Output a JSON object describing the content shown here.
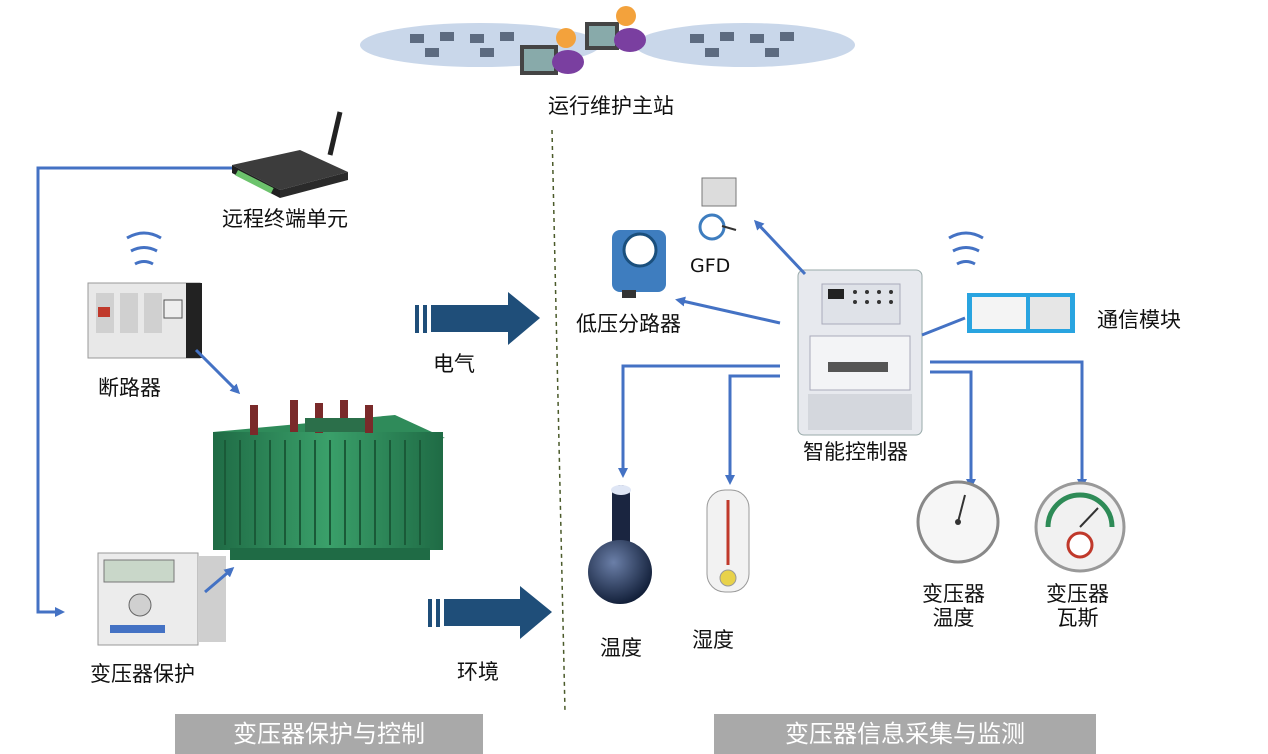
{
  "colors": {
    "arrow_blue": "#4472c4",
    "big_arrow": "#1f4e79",
    "transformer_green": "#2e8b57",
    "banner_gray": "#a9a9a9",
    "cloud": "#c9d7ea"
  },
  "nodes": {
    "station": "运行维护主站",
    "rtu": "远程终端单元",
    "breaker": "断路器",
    "protection": "变压器保护",
    "electric": "电气",
    "environment": "环境",
    "gfd": "GFD",
    "lv_breaker": "低压分路器",
    "comm_module": "通信模块",
    "controller": "智能控制器",
    "temp": "温度",
    "humidity": "湿度",
    "xfmr_temp_line1": "变压器",
    "xfmr_temp_line2": "温度",
    "xfmr_gas_line1": "变压器",
    "xfmr_gas_line2": "瓦斯"
  },
  "sections": {
    "left": "变压器保护与控制",
    "right": "变压器信息采集与监测"
  },
  "icons": [
    "network-cloud-icon",
    "operator-icon",
    "router-icon",
    "wifi-signal-icon",
    "circuit-breaker-icon",
    "transformer-icon",
    "protection-relay-icon",
    "current-sensor-icon",
    "fault-detector-icon",
    "smart-meter-icon",
    "comm-module-icon",
    "thermometer-bulb-icon",
    "hygrometer-icon",
    "dial-gauge-icon",
    "gas-gauge-icon"
  ]
}
